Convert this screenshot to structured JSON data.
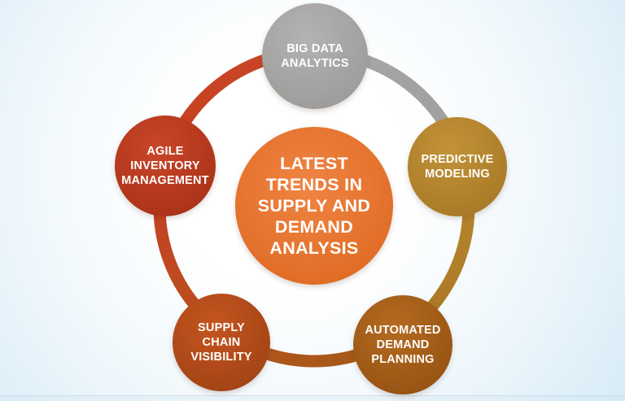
{
  "title": "Latest trends in supply and demand analysis diagram",
  "background": {
    "corner_tint": "#d7ebf7",
    "center_tint": "#ffffff"
  },
  "center": {
    "label": "LATEST\nTRENDS IN\nSUPPLY AND\nDEMAND\nANALYSIS",
    "color_light": "#f08443",
    "color_dark": "#db661d",
    "text_color": "#ffffff"
  },
  "nodes": [
    {
      "id": "big-data-analytics",
      "label": "BIG DATA\nANALYTICS",
      "color_light": "#b5b3b1",
      "color_dark": "#989694",
      "text_color": "#ffffff"
    },
    {
      "id": "predictive-modeling",
      "label": "PREDICTIVE\nMODELING",
      "color_light": "#c29338",
      "color_dark": "#a37423",
      "text_color": "#ffffff"
    },
    {
      "id": "automated-demand-planning",
      "label": "AUTOMATED\nDEMAND\nPLANNING",
      "color_light": "#b56b20",
      "color_dark": "#8f4d10",
      "text_color": "#ffffff"
    },
    {
      "id": "supply-chain-visibility",
      "label": "SUPPLY\nCHAIN\nVISIBILITY",
      "color_light": "#c5551f",
      "color_dark": "#9a3f12",
      "text_color": "#ffffff"
    },
    {
      "id": "agile-inventory-management",
      "label": "AGILE\nINVENTORY\nMANAGEMENT",
      "color_light": "#c94628",
      "color_dark": "#a32d15",
      "text_color": "#ffffff"
    }
  ],
  "ring_segments": [
    {
      "from": "agile-inventory-management",
      "to": "big-data-analytics",
      "color_start": "#c5411f",
      "color_end": "#ca4627"
    },
    {
      "from": "big-data-analytics",
      "to": "predictive-modeling",
      "color_start": "#a9a7a5",
      "color_end": "#a09e9c"
    },
    {
      "from": "predictive-modeling",
      "to": "automated-demand-planning",
      "color_start": "#b8872f",
      "color_end": "#aa7524"
    },
    {
      "from": "automated-demand-planning",
      "to": "supply-chain-visibility",
      "color_start": "#9f5a16",
      "color_end": "#b5541d"
    },
    {
      "from": "supply-chain-visibility",
      "to": "agile-inventory-management",
      "color_start": "#bb511d",
      "color_end": "#c43f24"
    }
  ]
}
